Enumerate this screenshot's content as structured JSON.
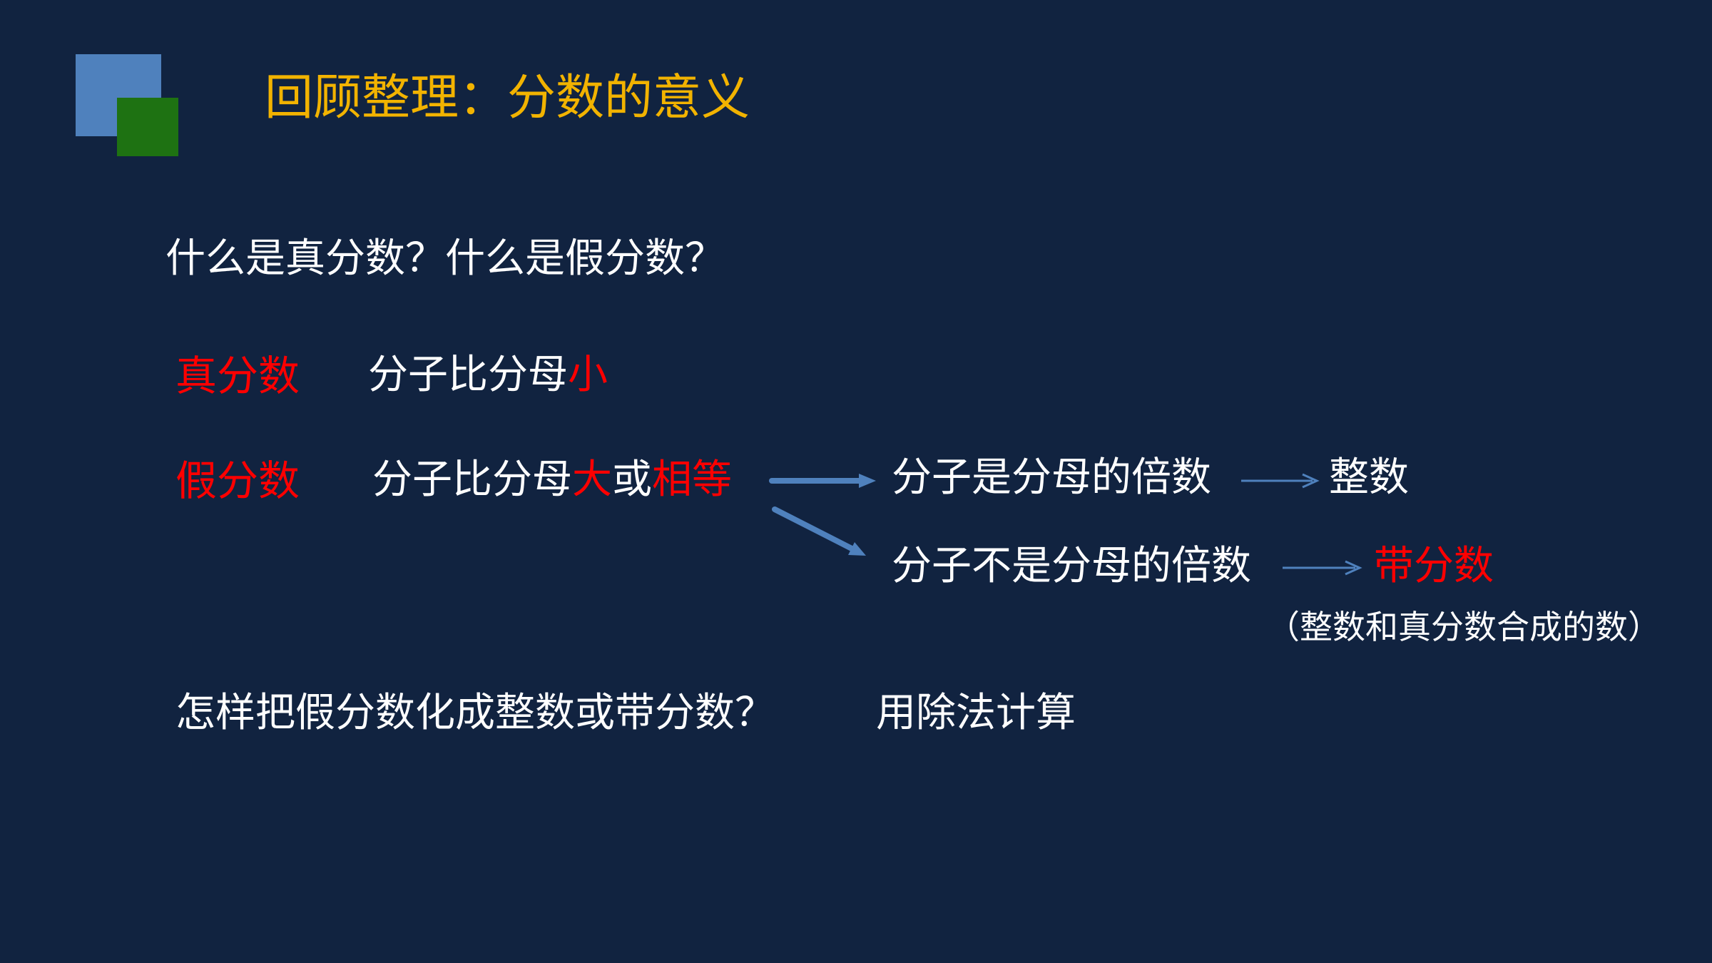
{
  "title": "回顾整理：分数的意义",
  "question1": "什么是真分数？什么是假分数？",
  "proper": {
    "label": "真分数",
    "def_prefix": "分子比分母",
    "def_key": "小"
  },
  "improper": {
    "label": "假分数",
    "def_prefix": "分子比分母",
    "def_key1": "大",
    "def_mid": "或",
    "def_key2": "相等"
  },
  "branch_multiple": {
    "text": "分子是分母的倍数",
    "result": "整数"
  },
  "branch_not_multiple": {
    "text": "分子不是分母的倍数",
    "result": "带分数",
    "note": "（整数和真分数合成的数）"
  },
  "question2": "怎样把假分数化成整数或带分数？",
  "answer2": "用除法计算",
  "colors": {
    "background": "#112340",
    "title": "#f2b300",
    "highlight": "#ff0000",
    "arrow": "#4f81bd",
    "deco_blue": "#4f81bd",
    "deco_green": "#1e7212"
  }
}
